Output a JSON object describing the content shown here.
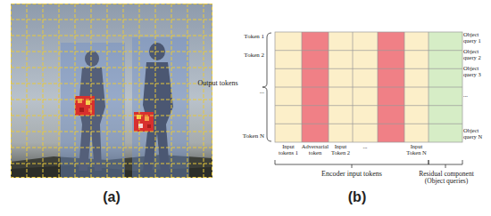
{
  "diagram": {
    "labels": [
      "(a)",
      "Output tokens",
      "Token 1",
      "Token 2",
      "...",
      "Token N",
      "Object query 1",
      "Object query 2",
      "Object query 3",
      "...",
      "Object query N",
      "Input tokens 1",
      "Adversarial token",
      "Input Token 2",
      "...",
      "Input Token N",
      "Encoder input tokens",
      "Residual component (Object queries)",
      "(b)"
    ]
  }
}
